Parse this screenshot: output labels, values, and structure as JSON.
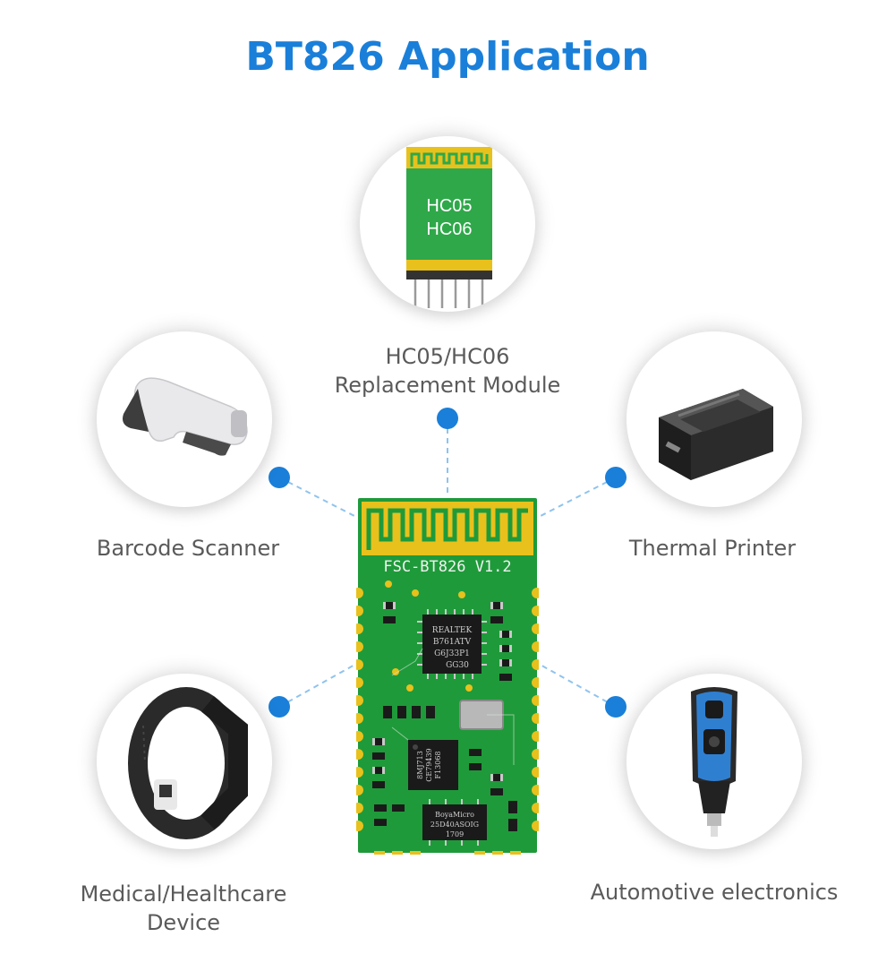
{
  "title": "BT826 Application",
  "colors": {
    "title": "#1a7fd9",
    "dot": "#1a7fd9",
    "line": "#8fc3ee",
    "label": "#5a5a5a",
    "pcb": "#1f9a3a",
    "gold": "#e8c11c"
  },
  "applications": [
    {
      "icon": "hc05-module-icon",
      "line1": "HC05/HC06",
      "line2": "Replacement Module"
    },
    {
      "icon": "barcode-scanner-icon",
      "line1": "Barcode Scanner",
      "line2": ""
    },
    {
      "icon": "thermal-printer-icon",
      "line1": "Thermal Printer",
      "line2": ""
    },
    {
      "icon": "wristband-icon",
      "line1": "Medical/Healthcare",
      "line2": "Device"
    },
    {
      "icon": "car-charger-icon",
      "line1": "Automotive electronics",
      "line2": ""
    }
  ],
  "hc_module": {
    "line1": "HC05",
    "line2": "HC06"
  },
  "bt826_module": {
    "board_label": "FSC-BT826 V1.2",
    "chip1": [
      "REALTEK",
      "B761ATV",
      "G6J33P1",
      "GG30"
    ],
    "chip2": [
      "F13068",
      "CE79439",
      "8MJ713"
    ],
    "chip3": [
      "BoyaMicro",
      "25D40ASOIG",
      "1709"
    ]
  }
}
